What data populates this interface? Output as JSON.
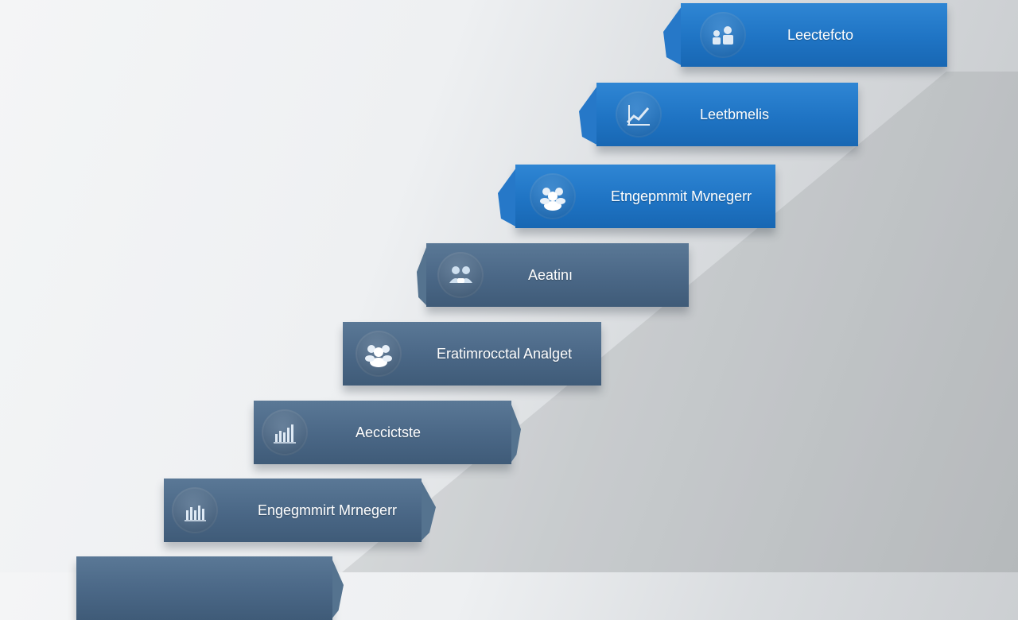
{
  "steps": [
    {
      "label": "Leectefcto",
      "icon": "building-icon"
    },
    {
      "label": "Leetbmelis",
      "icon": "trend-chart-icon"
    },
    {
      "label": "Etngepmmit Mvnegerr",
      "icon": "group-icon"
    },
    {
      "label": "Aeatinı",
      "icon": "team-icon"
    },
    {
      "label": "Eratimrocctal Analget",
      "icon": "people-icon"
    },
    {
      "label": "Aeccictste",
      "icon": "bar-chart-icon"
    },
    {
      "label": "Engegmmirt Mrnegerr",
      "icon": "bar-chart-icon"
    },
    {
      "label": "",
      "icon": ""
    }
  ],
  "colors": {
    "slate": "#4a6786",
    "blue": "#1f74c4"
  }
}
